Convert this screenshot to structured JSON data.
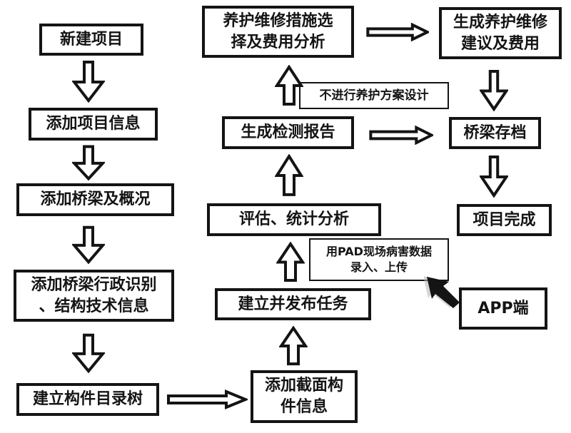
{
  "colors": {
    "ink": "#141414",
    "box_fill": "#ffffff",
    "background": "#ffffff",
    "cursor_shadow": "#b3b3b3"
  },
  "diagram": {
    "nodes": {
      "new_project": {
        "label": "新建项目"
      },
      "add_project_info": {
        "label": "添加项目信息"
      },
      "add_bridge_overview": {
        "label": "添加桥梁及概况"
      },
      "add_bridge_admin_info": {
        "label": "添加桥梁行政识别\n、结构技术信息"
      },
      "build_component_tree": {
        "label": "建立构件目录树"
      },
      "add_section_component_info": {
        "label": "添加截面构\n件信息"
      },
      "create_publish_task": {
        "label": "建立并发布任务"
      },
      "evaluate_statistics": {
        "label": "评估、统计分析"
      },
      "generate_inspection_report": {
        "label": "生成检测报告"
      },
      "maintenance_measure_selection": {
        "label": "养护维修措施选\n择及费用分析"
      },
      "generate_maintenance_suggestion": {
        "label": "生成养护维修\n建议及费用"
      },
      "bridge_archive": {
        "label": "桥梁存档"
      },
      "project_complete": {
        "label": "项目完成"
      },
      "app_side": {
        "label": "APP端"
      }
    },
    "annotations": {
      "no_maintenance_plan_design": {
        "label": "不进行养护方案设计"
      },
      "pad_field_data_upload": {
        "label": "用PAD现场病害数据\n录入、上传"
      }
    },
    "edges": [
      {
        "from": "new_project",
        "to": "add_project_info",
        "direction": "down"
      },
      {
        "from": "add_project_info",
        "to": "add_bridge_overview",
        "direction": "down"
      },
      {
        "from": "add_bridge_overview",
        "to": "add_bridge_admin_info",
        "direction": "down"
      },
      {
        "from": "add_bridge_admin_info",
        "to": "build_component_tree",
        "direction": "down"
      },
      {
        "from": "build_component_tree",
        "to": "add_section_component_info",
        "direction": "right"
      },
      {
        "from": "add_section_component_info",
        "to": "create_publish_task",
        "direction": "up"
      },
      {
        "from": "create_publish_task",
        "to": "evaluate_statistics",
        "direction": "up"
      },
      {
        "from": "evaluate_statistics",
        "to": "generate_inspection_report",
        "direction": "up"
      },
      {
        "from": "generate_inspection_report",
        "to": "maintenance_measure_selection",
        "direction": "up"
      },
      {
        "from": "maintenance_measure_selection",
        "to": "generate_maintenance_suggestion",
        "direction": "right"
      },
      {
        "from": "generate_inspection_report",
        "to": "bridge_archive",
        "direction": "right"
      },
      {
        "from": "generate_maintenance_suggestion",
        "to": "bridge_archive",
        "direction": "down"
      },
      {
        "from": "bridge_archive",
        "to": "project_complete",
        "direction": "down"
      },
      {
        "from": "app_side",
        "to": "pad_field_data_upload",
        "direction": "pointer"
      }
    ]
  }
}
